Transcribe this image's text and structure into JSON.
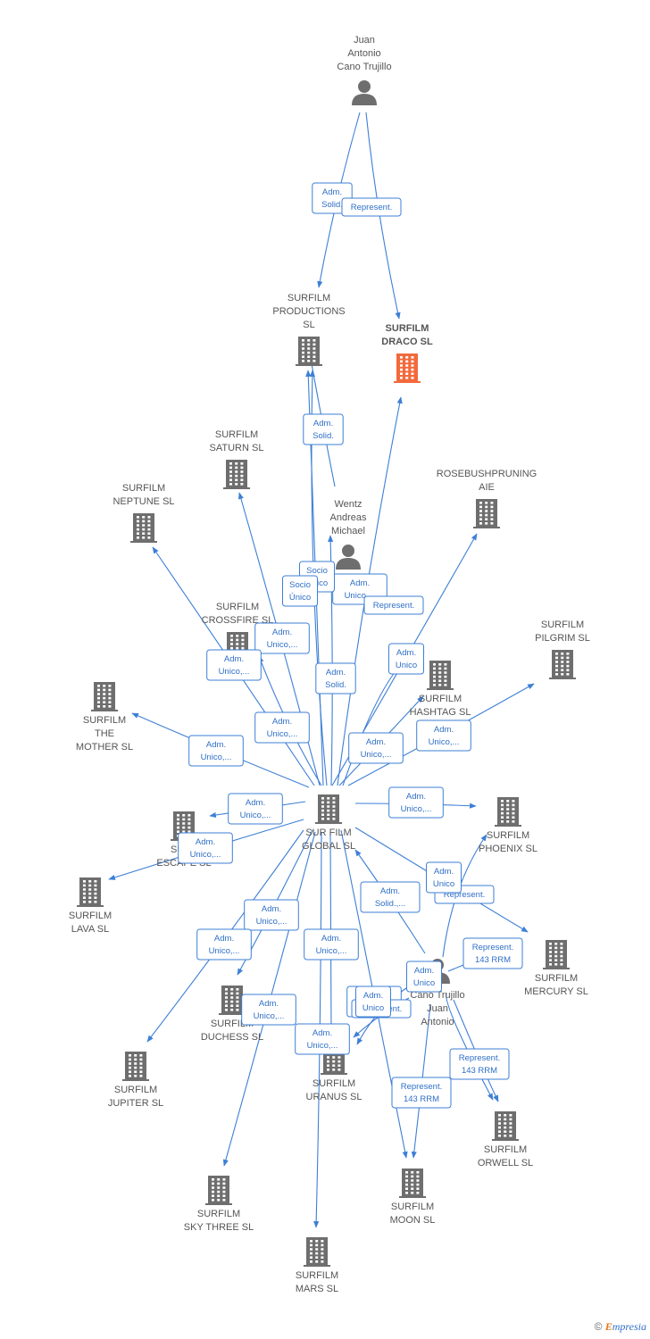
{
  "colors": {
    "edge": "#3d7fd6",
    "building": "#6e6e6e",
    "focus_building": "#f26a3c",
    "person": "#6e6e6e"
  },
  "nodes": [
    {
      "id": "juan_top",
      "type": "person",
      "label": [
        "Juan",
        "Antonio",
        "Cano Trujillo"
      ]
    },
    {
      "id": "wentz",
      "type": "person",
      "label": [
        "Wentz",
        "Andreas",
        "Michael"
      ]
    },
    {
      "id": "cano_bottom",
      "type": "person",
      "label": [
        "Cano Trujillo",
        "Juan",
        "Antonio"
      ]
    },
    {
      "id": "productions",
      "type": "company",
      "label": [
        "SURFILM",
        "PRODUCTIONS",
        "SL"
      ]
    },
    {
      "id": "draco",
      "type": "company",
      "focus": true,
      "label": [
        "SURFILM",
        "DRACO SL"
      ]
    },
    {
      "id": "saturn",
      "type": "company",
      "label": [
        "SURFILM",
        "SATURN SL"
      ]
    },
    {
      "id": "neptune",
      "type": "company",
      "label": [
        "SURFILM",
        "NEPTUNE SL"
      ]
    },
    {
      "id": "rosebush",
      "type": "company",
      "label": [
        "ROSEBUSHPRUNING",
        "AIE"
      ]
    },
    {
      "id": "crossfire",
      "type": "company",
      "label": [
        "SURFILM",
        "CROSSFIRE SL"
      ]
    },
    {
      "id": "pilgrim",
      "type": "company",
      "label": [
        "SURFILM",
        "PILGRIM SL"
      ]
    },
    {
      "id": "hashtag",
      "type": "company",
      "label": [
        "SURFILM",
        "HASHTAG SL"
      ]
    },
    {
      "id": "mother",
      "type": "company",
      "label": [
        "SURFILM",
        "THE",
        "MOTHER SL"
      ]
    },
    {
      "id": "global",
      "type": "company",
      "label": [
        "SUR FILM",
        "GLOBAL SL"
      ]
    },
    {
      "id": "escape",
      "type": "company",
      "label": [
        "SURF",
        "ESCAPE SL"
      ]
    },
    {
      "id": "phoenix",
      "type": "company",
      "label": [
        "SURFILM",
        "PHOENIX SL"
      ]
    },
    {
      "id": "lava",
      "type": "company",
      "label": [
        "SURFILM",
        "LAVA SL"
      ]
    },
    {
      "id": "mercury",
      "type": "company",
      "label": [
        "SURFILM",
        "MERCURY SL"
      ]
    },
    {
      "id": "duchess",
      "type": "company",
      "label": [
        "SURFILM",
        "DUCHESS SL"
      ]
    },
    {
      "id": "jupiter",
      "type": "company",
      "label": [
        "SURFILM",
        "JUPITER SL"
      ]
    },
    {
      "id": "uranus",
      "type": "company",
      "label": [
        "SURFILM",
        "URANUS SL"
      ]
    },
    {
      "id": "orwell",
      "type": "company",
      "label": [
        "SURFILM",
        "ORWELL SL"
      ]
    },
    {
      "id": "moon",
      "type": "company",
      "label": [
        "SURFILM",
        "MOON SL"
      ]
    },
    {
      "id": "skythree",
      "type": "company",
      "label": [
        "SURFILM",
        "SKY THREE SL"
      ]
    },
    {
      "id": "mars",
      "type": "company",
      "label": [
        "SURFILM",
        "MARS SL"
      ]
    }
  ],
  "edges": [
    {
      "from": "juan_top",
      "to": "productions",
      "label": [
        "Adm.",
        "Solid."
      ]
    },
    {
      "from": "juan_top",
      "to": "draco",
      "label": [
        "Represent."
      ]
    },
    {
      "from": "wentz",
      "to": "productions",
      "label": [
        "Adm.",
        "Solid."
      ]
    },
    {
      "from": "global",
      "to": "draco",
      "label": [
        "Adm.",
        "Unico,..."
      ]
    },
    {
      "from": "global",
      "to": "draco",
      "label": [
        "Represent."
      ]
    },
    {
      "from": "global",
      "to": "productions",
      "label": [
        "Socio",
        "Único"
      ]
    },
    {
      "from": "global",
      "to": "productions",
      "label": [
        "Socio",
        "Único"
      ]
    },
    {
      "from": "global",
      "to": "saturn",
      "label": [
        "Adm.",
        "Unico,..."
      ]
    },
    {
      "from": "global",
      "to": "neptune",
      "label": [
        "Adm.",
        "Unico,..."
      ]
    },
    {
      "from": "global",
      "to": "crossfire",
      "label": [
        "Adm.",
        "Solid."
      ]
    },
    {
      "from": "global",
      "to": "crossfire",
      "label": [
        "Adm.",
        "Unico,..."
      ]
    },
    {
      "from": "global",
      "to": "rosebush",
      "label": [
        "Adm.",
        "Unico"
      ]
    },
    {
      "from": "global",
      "to": "hashtag",
      "label": [
        "Adm.",
        "Unico,..."
      ]
    },
    {
      "from": "global",
      "to": "pilgrim",
      "label": [
        "Adm.",
        "Unico,..."
      ]
    },
    {
      "from": "global",
      "to": "mother",
      "label": [
        "Adm.",
        "Unico,..."
      ]
    },
    {
      "from": "global",
      "to": "escape",
      "label": [
        "Adm.",
        "Unico,..."
      ]
    },
    {
      "from": "global",
      "to": "lava",
      "label": [
        "Adm.",
        "Unico,..."
      ]
    },
    {
      "from": "global",
      "to": "phoenix",
      "label": [
        "Adm.",
        "Unico,..."
      ]
    },
    {
      "from": "global",
      "to": "mercury",
      "label": [
        "Represent."
      ]
    },
    {
      "from": "global",
      "to": "duchess",
      "label": [
        "Adm.",
        "Unico,..."
      ]
    },
    {
      "from": "global",
      "to": "jupiter",
      "label": [
        "Adm.",
        "Unico,..."
      ]
    },
    {
      "from": "global",
      "to": "skythree",
      "label": [
        "Adm.",
        "Unico,..."
      ]
    },
    {
      "from": "global",
      "to": "uranus",
      "label": [
        "Adm.",
        "Unico,..."
      ]
    },
    {
      "from": "global",
      "to": "mars",
      "label": [
        "Adm.",
        "Unico,..."
      ]
    },
    {
      "from": "global",
      "to": "moon",
      "label": [
        "Adm.",
        "Unico,..."
      ]
    },
    {
      "from": "cano_bottom",
      "to": "global",
      "label": [
        "Adm.",
        "Solid.,..."
      ]
    },
    {
      "from": "cano_bottom",
      "to": "rosebush",
      "label": [
        "Adm.",
        "Unico"
      ]
    },
    {
      "from": "cano_bottom",
      "to": "mercury",
      "label": [
        "Represent.",
        "143 RRM"
      ]
    },
    {
      "from": "cano_bottom",
      "to": "uranus",
      "label": [
        "Represent."
      ]
    },
    {
      "from": "cano_bottom",
      "to": "uranus",
      "label": [
        "Adm.",
        "Unico"
      ]
    },
    {
      "from": "cano_bottom",
      "to": "moon",
      "label": [
        "Represent.",
        "143 RRM"
      ]
    },
    {
      "from": "cano_bottom",
      "to": "orwell",
      "label": [
        "Represent.",
        "143 RRM"
      ]
    },
    {
      "from": "cano_bottom",
      "to": "orwell",
      "label": [
        "Adm.",
        "Unico"
      ]
    }
  ],
  "footer": {
    "copyright_symbol": "©",
    "brand": "mpresia",
    "brand_initial": "E"
  }
}
